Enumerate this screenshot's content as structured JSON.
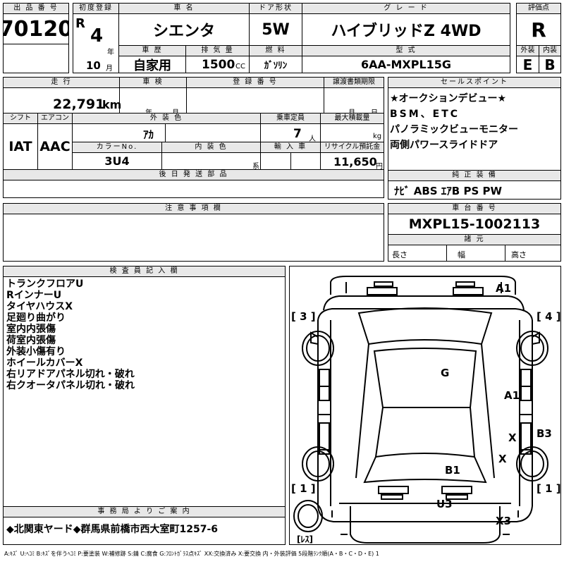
{
  "header": {
    "lot_no_label": "出 品 番 号",
    "lot_no": "70120",
    "first_reg_label": "初度登録",
    "era": "R",
    "year": "4",
    "year_unit": "年",
    "month": "10",
    "month_unit": "月",
    "car_name_label": "車  名",
    "car_name": "シエンタ",
    "door_label": "ドア形状",
    "door": "5W",
    "grade_label": "グ レ ー ド",
    "grade": "ハイブリッドZ 4WD",
    "score_label": "評価点",
    "score": "R",
    "history_label": "車  歴",
    "history": "自家用",
    "displacement_label": "排 気 量",
    "displacement": "1500",
    "displacement_unit": "CC",
    "fuel_label": "燃  料",
    "fuel": "ｶﾞｿﾘﾝ",
    "model_label": "型  式",
    "model": "6AA-MXPL15G",
    "ext_label": "外装",
    "ext": "E",
    "int_label": "内装",
    "int": "B"
  },
  "row2": {
    "mileage_label": "走  行",
    "mileage": "22,791",
    "mileage_unit": "km",
    "inspection_label": "車  検",
    "inspection_year": "年",
    "inspection_month": "月",
    "reg_no_label": "登 録 番 号",
    "transfer_label": "譲渡書類期限",
    "transfer_month": "月",
    "transfer_day": "日",
    "shift_label": "シフト",
    "shift": "IAT",
    "ac_label": "エアコン",
    "ac": "AAC",
    "color_label": "外 装 色",
    "color": "ｱｶ",
    "capacity_label": "乗車定員",
    "capacity": "7",
    "capacity_unit": "人",
    "load_label": "最大積載量",
    "load_unit": "kg",
    "color_no_label": "カラーNo.",
    "color_no": "3U4",
    "interior_color_label": "内 装 色",
    "interior_color_unit": "系",
    "import_label": "輸 入 車",
    "recycle_label": "リサイクル預託金",
    "recycle": "11,650",
    "recycle_unit": "円",
    "later_parts_label": "後 日 発 送 部 品"
  },
  "sales_points": {
    "label": "セールスポイント",
    "items": [
      "★オークションデビュー★",
      "BSM、ETC",
      "パノラミックビューモニター",
      "両側パワースライドドア"
    ]
  },
  "equipment": {
    "label": "純 正 装 備",
    "value": "ﾅﾋﾞ ABS ｴｱB PS PW"
  },
  "notes": {
    "label": "注 意 事 項 欄"
  },
  "chassis": {
    "label": "車 台 番 号",
    "value": "MXPL15-1002113",
    "specs_label": "諸 元",
    "length_label": "長さ",
    "width_label": "幅",
    "height_label": "高さ"
  },
  "inspector": {
    "label": "検 査 員 記 入 欄",
    "lines": [
      "トランクフロアU",
      "RインナーU",
      "タイヤハウスX",
      "足廻り曲がり",
      "室内内張傷",
      "荷室内張傷",
      "外装小傷有り",
      "ホイールカバーX",
      "右リアドアパネル切れ・破れ",
      "右クオータパネル切れ・破れ"
    ]
  },
  "office": {
    "label": "事 務 局 よ り ご 案 内",
    "text": "◆北関東ヤード◆群馬県前橋市西大室町1257-6"
  },
  "diagram": {
    "marks": {
      "a1_top": "A1",
      "b3": "B3",
      "g": "G",
      "a1_side": "A1",
      "x1": "X",
      "x2": "X",
      "b1": "B1",
      "u3": "U3",
      "x3": "X3"
    },
    "tires": {
      "fl": "[ 3 ]",
      "fr": "[ 4 ]",
      "rl": "[ 1 ]",
      "rr": "[ 1 ]",
      "spare": "[ﾚｽ]"
    }
  },
  "footer": {
    "legend": "A:ｷｽﾞ U:ﾍｺﾐ B:ｷｽﾞを伴うﾍｺﾐ P:要塗装 W:補修跡 S:錆 C:腐食 G:ﾌﾛﾝﾄｶﾞﾗｽ点ｷｽﾞ XX:交換済み X:要交換  内・外装評価 5段階ﾗﾝｸ順(A・B・C・D・E) 1"
  }
}
